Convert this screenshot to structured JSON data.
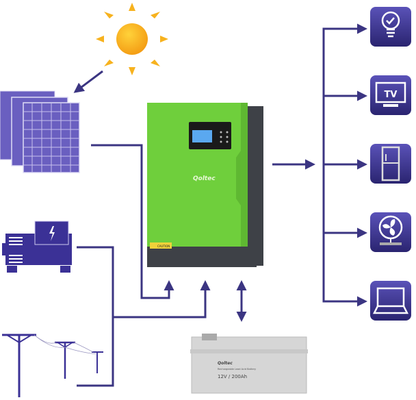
{
  "inverter": {
    "brand": "Qoltec",
    "label": "CAUTION"
  },
  "battery": {
    "brand": "Qoltec",
    "type": "Rechargeable Lead Acid Battery",
    "rating": "12V / 200Ah"
  },
  "sources": [
    {
      "icon": "sun-icon"
    },
    {
      "icon": "solar-panel-icon"
    },
    {
      "icon": "generator-icon"
    },
    {
      "icon": "power-grid-icon"
    }
  ],
  "loads": [
    {
      "icon": "light-bulb-icon"
    },
    {
      "icon": "tv-icon",
      "label": "TV"
    },
    {
      "icon": "fridge-icon"
    },
    {
      "icon": "fan-icon"
    },
    {
      "icon": "laptop-icon"
    }
  ],
  "colors": {
    "line": "#3b3582",
    "inverter_green": "#6fcf3c",
    "inverter_dark": "#3e4147",
    "icon_bg": "#3a3190",
    "sun": "#f7a81b"
  }
}
